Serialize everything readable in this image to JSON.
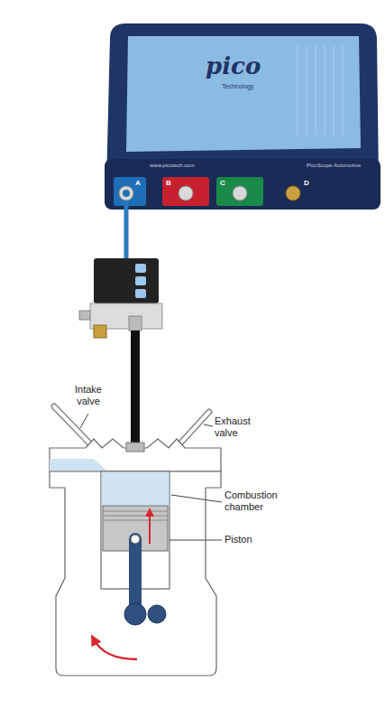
{
  "diagram": {
    "labels": [
      "pico",
      "Technology",
      "www.picotech.com",
      "PicoScope Automotive",
      "A",
      "B",
      "C",
      "D",
      "Intake valve",
      "Exhaust valve",
      "Combustion chamber",
      "Piston"
    ]
  }
}
